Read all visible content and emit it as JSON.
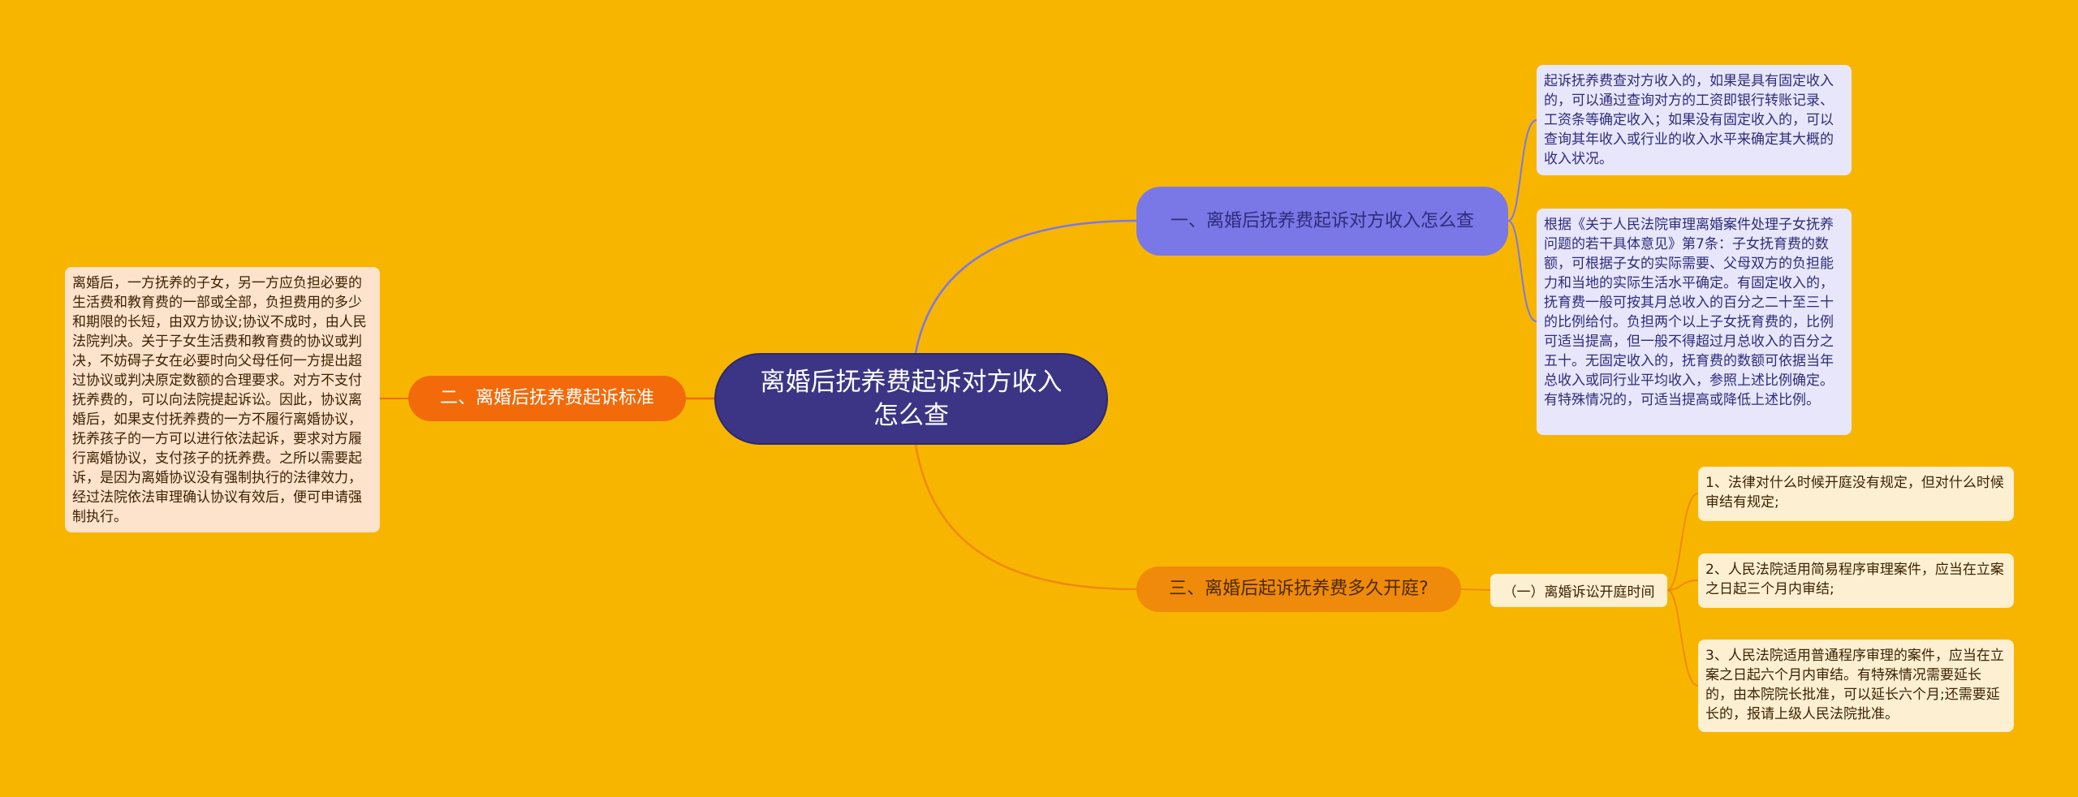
{
  "center": {
    "label": "离婚后抚养费起诉对方收入怎么查"
  },
  "branches": [
    {
      "label": "一、离婚后抚养费起诉对方收入怎么查",
      "color": "#7A78E6",
      "notes": [
        "起诉抚养费查对方收入的，如果是具有固定收入的，可以通过查询对方的工资即银行转账记录、工资条等确定收入；如果没有固定收入的，可以查询其年收入或行业的收入水平来确定其大概的收入状况。",
        "根据《关于人民法院审理离婚案件处理子女抚养问题的若干具体意见》第7条：子女抚育费的数额，可根据子女的实际需要、父母双方的负担能力和当地的实际生活水平确定。有固定收入的，抚育费一般可按其月总收入的百分之二十至三十的比例给付。负担两个以上子女抚育费的，比例可适当提高，但一般不得超过月总收入的百分之五十。无固定收入的，抚育费的数额可依据当年总收入或同行业平均收入，参照上述比例确定。有特殊情况的，可适当提高或降低上述比例。"
      ]
    },
    {
      "label": "二、离婚后抚养费起诉标准",
      "color": "#F26A0A",
      "notes": [
        " 离婚后，一方抚养的子女，另一方应负担必要的生活费和教育费的一部或全部，负担费用的多少和期限的长短，由双方协议;协议不成时，由人民法院判决。关于子女生活费和教育费的协议或判决，不妨碍子女在必要时向父母任何一方提出超过协议或判决原定数额的合理要求。对方不支付抚养费的，可以向法院提起诉讼。因此，协议离婚后，如果支付抚养费的一方不履行离婚协议，抚养孩子的一方可以进行依法起诉，要求对方履行离婚协议，支付孩子的抚养费。之所以需要起诉，是因为离婚协议没有强制执行的法律效力，经过法院依法审理确认协议有效后，便可申请强制执行。"
      ]
    },
    {
      "label": "三、离婚后起诉抚养费多久开庭?",
      "color": "#F08A0A",
      "sub": {
        "label": "（一）离婚诉讼开庭时间",
        "notes": [
          "1、法律对什么时候开庭没有规定，但对什么时候审结有规定;",
          "2、人民法院适用简易程序审理案件，应当在立案之日起三个月内审结;",
          "3、人民法院适用普通程序审理的案件，应当在立案之日起六个月内审结。有特殊情况需要延长的，由本院院长批准，可以延长六个月;还需要延长的，报请上级人民法院批准。"
        ]
      }
    }
  ]
}
